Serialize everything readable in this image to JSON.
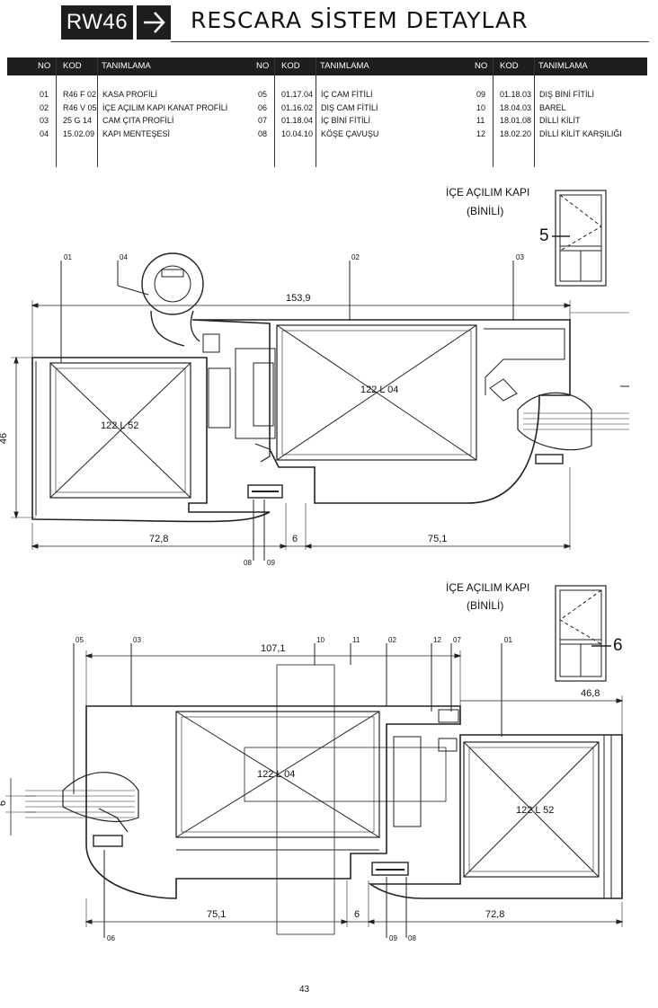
{
  "header": {
    "badge": "RW46",
    "title": "RESCARA SİSTEM DETAYLAR"
  },
  "table": {
    "columns": [
      "NO",
      "KOD",
      "TANIMLAMA",
      "NO",
      "KOD",
      "TANIMLAMA",
      "NO",
      "KOD",
      "TANIMLAMA"
    ],
    "group1": [
      {
        "no": "01",
        "kod": "R46 F 02",
        "tanim": "KASA PROFİLİ"
      },
      {
        "no": "02",
        "kod": "R46 V 05",
        "tanim": "İÇE AÇILIM KAPI KANAT PROFİLİ"
      },
      {
        "no": "03",
        "kod": "25 G 14",
        "tanim": "CAM ÇITA PROFİLİ"
      },
      {
        "no": "04",
        "kod": "15.02.09",
        "tanim": "KAPI MENTEŞESİ"
      }
    ],
    "group2": [
      {
        "no": "05",
        "kod": "01.17.04",
        "tanim": "İÇ CAM FİTİLİ"
      },
      {
        "no": "06",
        "kod": "01.16.02",
        "tanim": "DIŞ CAM FİTİLİ"
      },
      {
        "no": "07",
        "kod": "01.18.04",
        "tanim": "İÇ BİNİ FİTİLİ"
      },
      {
        "no": "08",
        "kod": "10.04.10",
        "tanim": "KÖŞE ÇAVUŞU"
      }
    ],
    "group3": [
      {
        "no": "09",
        "kod": "01.18.03",
        "tanim": "DIŞ BİNİ FİTİLİ"
      },
      {
        "no": "10",
        "kod": "18.04.03",
        "tanim": "BAREL"
      },
      {
        "no": "11",
        "kod": "18.01.08",
        "tanim": "DİLLİ KİLİT"
      },
      {
        "no": "12",
        "kod": "18.02.20",
        "tanim": "DİLLİ KİLİT KARŞILIĞI"
      }
    ]
  },
  "detail1": {
    "caption_line1": "İÇE AÇILIM KAPI",
    "caption_line2": "(BİNİLİ)",
    "key_mark": "5",
    "callouts": [
      "01",
      "04",
      "02",
      "03"
    ],
    "bottom_callouts": [
      "08",
      "09"
    ],
    "dim_width": "153,9",
    "dim_height": "46",
    "dim_left": "72,8",
    "dim_gap": "6",
    "dim_right": "75,1",
    "profile_left": "122 L 52",
    "profile_right": "122 L 04"
  },
  "detail2": {
    "caption_line1": "İÇE AÇILIM KAPI",
    "caption_line2": "(BİNİLİ)",
    "key_mark": "6",
    "callouts": [
      "05",
      "03",
      "10",
      "11",
      "02",
      "12",
      "07",
      "01"
    ],
    "bottom_callouts": [
      "06",
      "09",
      "08"
    ],
    "dim_width": "107,1",
    "dim_right_top": "46,8",
    "dim_height": "6",
    "dim_left": "75,1",
    "dim_gap": "6",
    "dim_right": "72,8",
    "profile_left": "122 L 04",
    "profile_right": "122 L 52"
  },
  "page_number": "43"
}
